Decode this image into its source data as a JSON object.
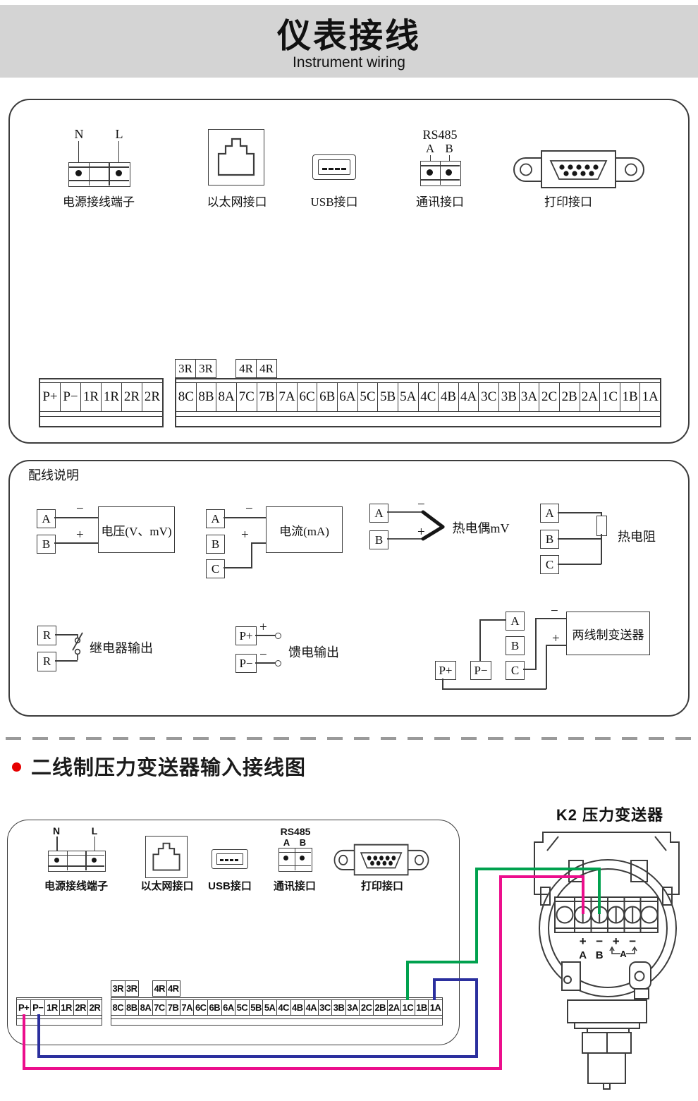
{
  "title": {
    "main": "仪表接线",
    "sub": "Instrument wiring"
  },
  "signs": {
    "plus": "+",
    "minus": "−"
  },
  "io_panel": {
    "power": {
      "label": "电源接线端子",
      "pin_n": "N",
      "pin_l": "L"
    },
    "ethernet": {
      "label": "以太网接口"
    },
    "usb": {
      "label": "USB接口"
    },
    "comm": {
      "label": "通讯接口",
      "bus": "RS485",
      "pin_a": "A",
      "pin_b": "B"
    },
    "printer": {
      "label": "打印接口"
    },
    "relay_block_3": [
      "3R",
      "3R"
    ],
    "relay_block_4": [
      "4R",
      "4R"
    ],
    "left_terminals": [
      "P+",
      "P−",
      "1R",
      "1R",
      "2R",
      "2R"
    ],
    "right_terminals": [
      "8C",
      "8B",
      "8A",
      "7C",
      "7B",
      "7A",
      "6C",
      "6B",
      "6A",
      "5C",
      "5B",
      "5A",
      "4C",
      "4B",
      "4A",
      "3C",
      "3B",
      "3A",
      "2C",
      "2B",
      "2A",
      "1C",
      "1B",
      "1A"
    ]
  },
  "wiring_panel": {
    "title": "配线说明",
    "voltage": {
      "t": [
        "A",
        "B"
      ],
      "device": "电压(V、mV)"
    },
    "current": {
      "t": [
        "A",
        "B",
        "C"
      ],
      "device": "电流(mA)"
    },
    "thermocouple": {
      "t": [
        "A",
        "B"
      ],
      "label": "热电偶mV"
    },
    "rtd": {
      "t": [
        "A",
        "B",
        "C"
      ],
      "label": "热电阻"
    },
    "relay": {
      "t": [
        "R",
        "R"
      ],
      "label": "继电器输出"
    },
    "feed": {
      "t": [
        "P+",
        "P−"
      ],
      "label": "馈电输出"
    },
    "two_wire": {
      "t": [
        "A",
        "B",
        "C"
      ],
      "p": [
        "P+",
        "P−"
      ],
      "device": "两线制变送器"
    }
  },
  "section2": {
    "heading": "二线制压力变送器输入接线图"
  },
  "transmitter": {
    "title": "K2 压力变送器",
    "signs": [
      "+",
      "−",
      "+",
      "−"
    ],
    "letters": [
      "A",
      "B"
    ],
    "bracket": "A"
  },
  "colors": {
    "wire_green": "#00A14E",
    "wire_blue": "#2B2F9E",
    "wire_magenta": "#EC0E8C",
    "bullet": "#E60000"
  }
}
